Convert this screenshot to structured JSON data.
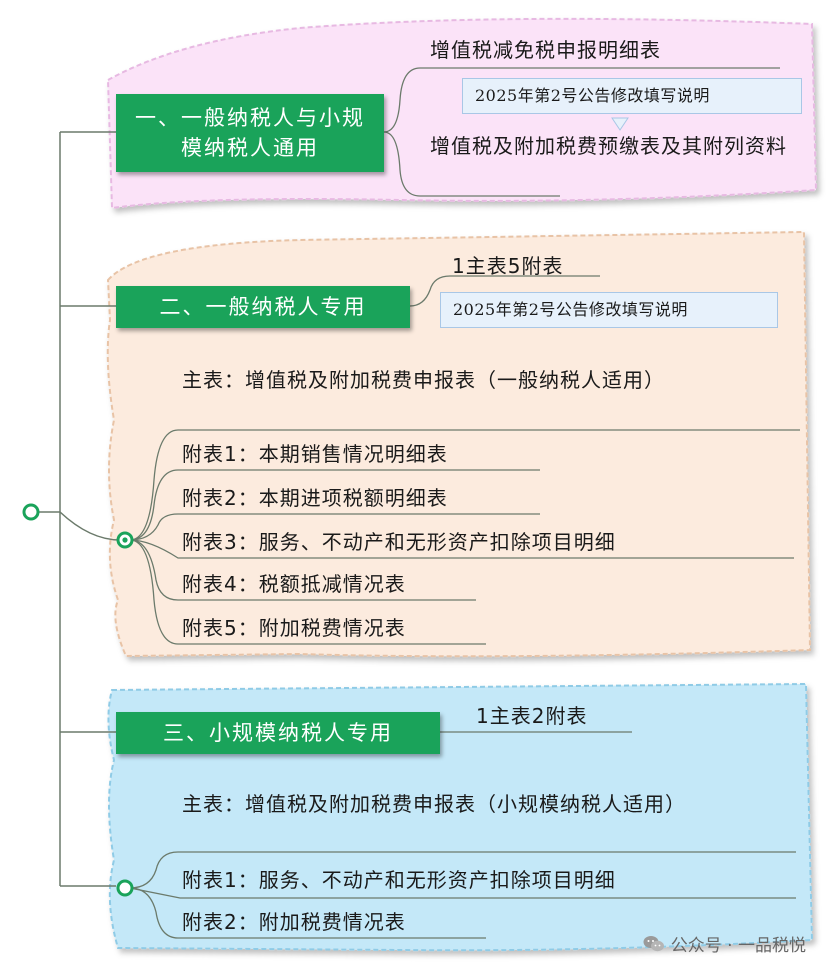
{
  "colors": {
    "accent_green": "#1aa35a",
    "panel_pink": "#fbe3f8",
    "panel_peach": "#fcebde",
    "panel_blue": "#c4e8f8",
    "note_bg": "#e7f1fb"
  },
  "section1": {
    "title": "一、一般纳税人与小规模纳税人通用",
    "items": [
      "增值税减免税申报明细表",
      "增值税及附加税费预缴表及其附列资料"
    ],
    "note": "2025年第2号公告修改填写说明"
  },
  "section2": {
    "title": "二、一般纳税人专用",
    "summary": "1主表5附表",
    "note": "2025年第2号公告修改填写说明",
    "main_table": "主表：增值税及附加税费申报表（一般纳税人适用）",
    "attachments": [
      "附表1：本期销售情况明细表",
      "附表2：本期进项税额明细表",
      "附表3：服务、不动产和无形资产扣除项目明细",
      "附表4：税额抵减情况表",
      "附表5：附加税费情况表"
    ]
  },
  "section3": {
    "title": "三、小规模纳税人专用",
    "summary": "1主表2附表",
    "main_table": "主表：增值税及附加税费申报表（小规模纳税人适用）",
    "attachments": [
      "附表1：服务、不动产和无形资产扣除项目明细",
      "附表2：附加税费情况表"
    ]
  },
  "watermark": {
    "icon": "wechat-icon",
    "text": "公众号 · 一品税悦"
  }
}
